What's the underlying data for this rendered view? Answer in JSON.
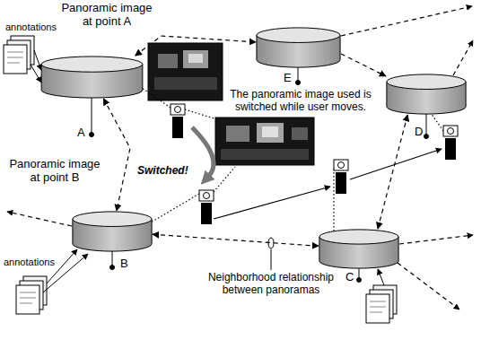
{
  "diagram": {
    "nodes": [
      {
        "text": [
          "Panoramic image at point A",
          "A"
        ]
      },
      {
        "text": [
          "E"
        ]
      },
      {
        "text": [
          "D"
        ]
      },
      {
        "text": [
          "Panoramic image at point B",
          "B"
        ]
      },
      {
        "text": [
          "C"
        ]
      }
    ],
    "edges": [
      {
        "from": 0,
        "to": 1,
        "arrow": "both"
      },
      {
        "from": 1,
        "to": 2,
        "arrow": "to"
      },
      {
        "from": 0,
        "to": 3,
        "arrow": "both"
      },
      {
        "from": 3,
        "to": 4,
        "arrow": "both",
        "label": "Neighborhood relationship between panoramas"
      },
      {
        "from": 4,
        "to": 2,
        "arrow": "both"
      }
    ],
    "labels": [
      "annotations",
      "The panoramic image used is switched while user moves.",
      "Switched!",
      "annotations"
    ]
  }
}
